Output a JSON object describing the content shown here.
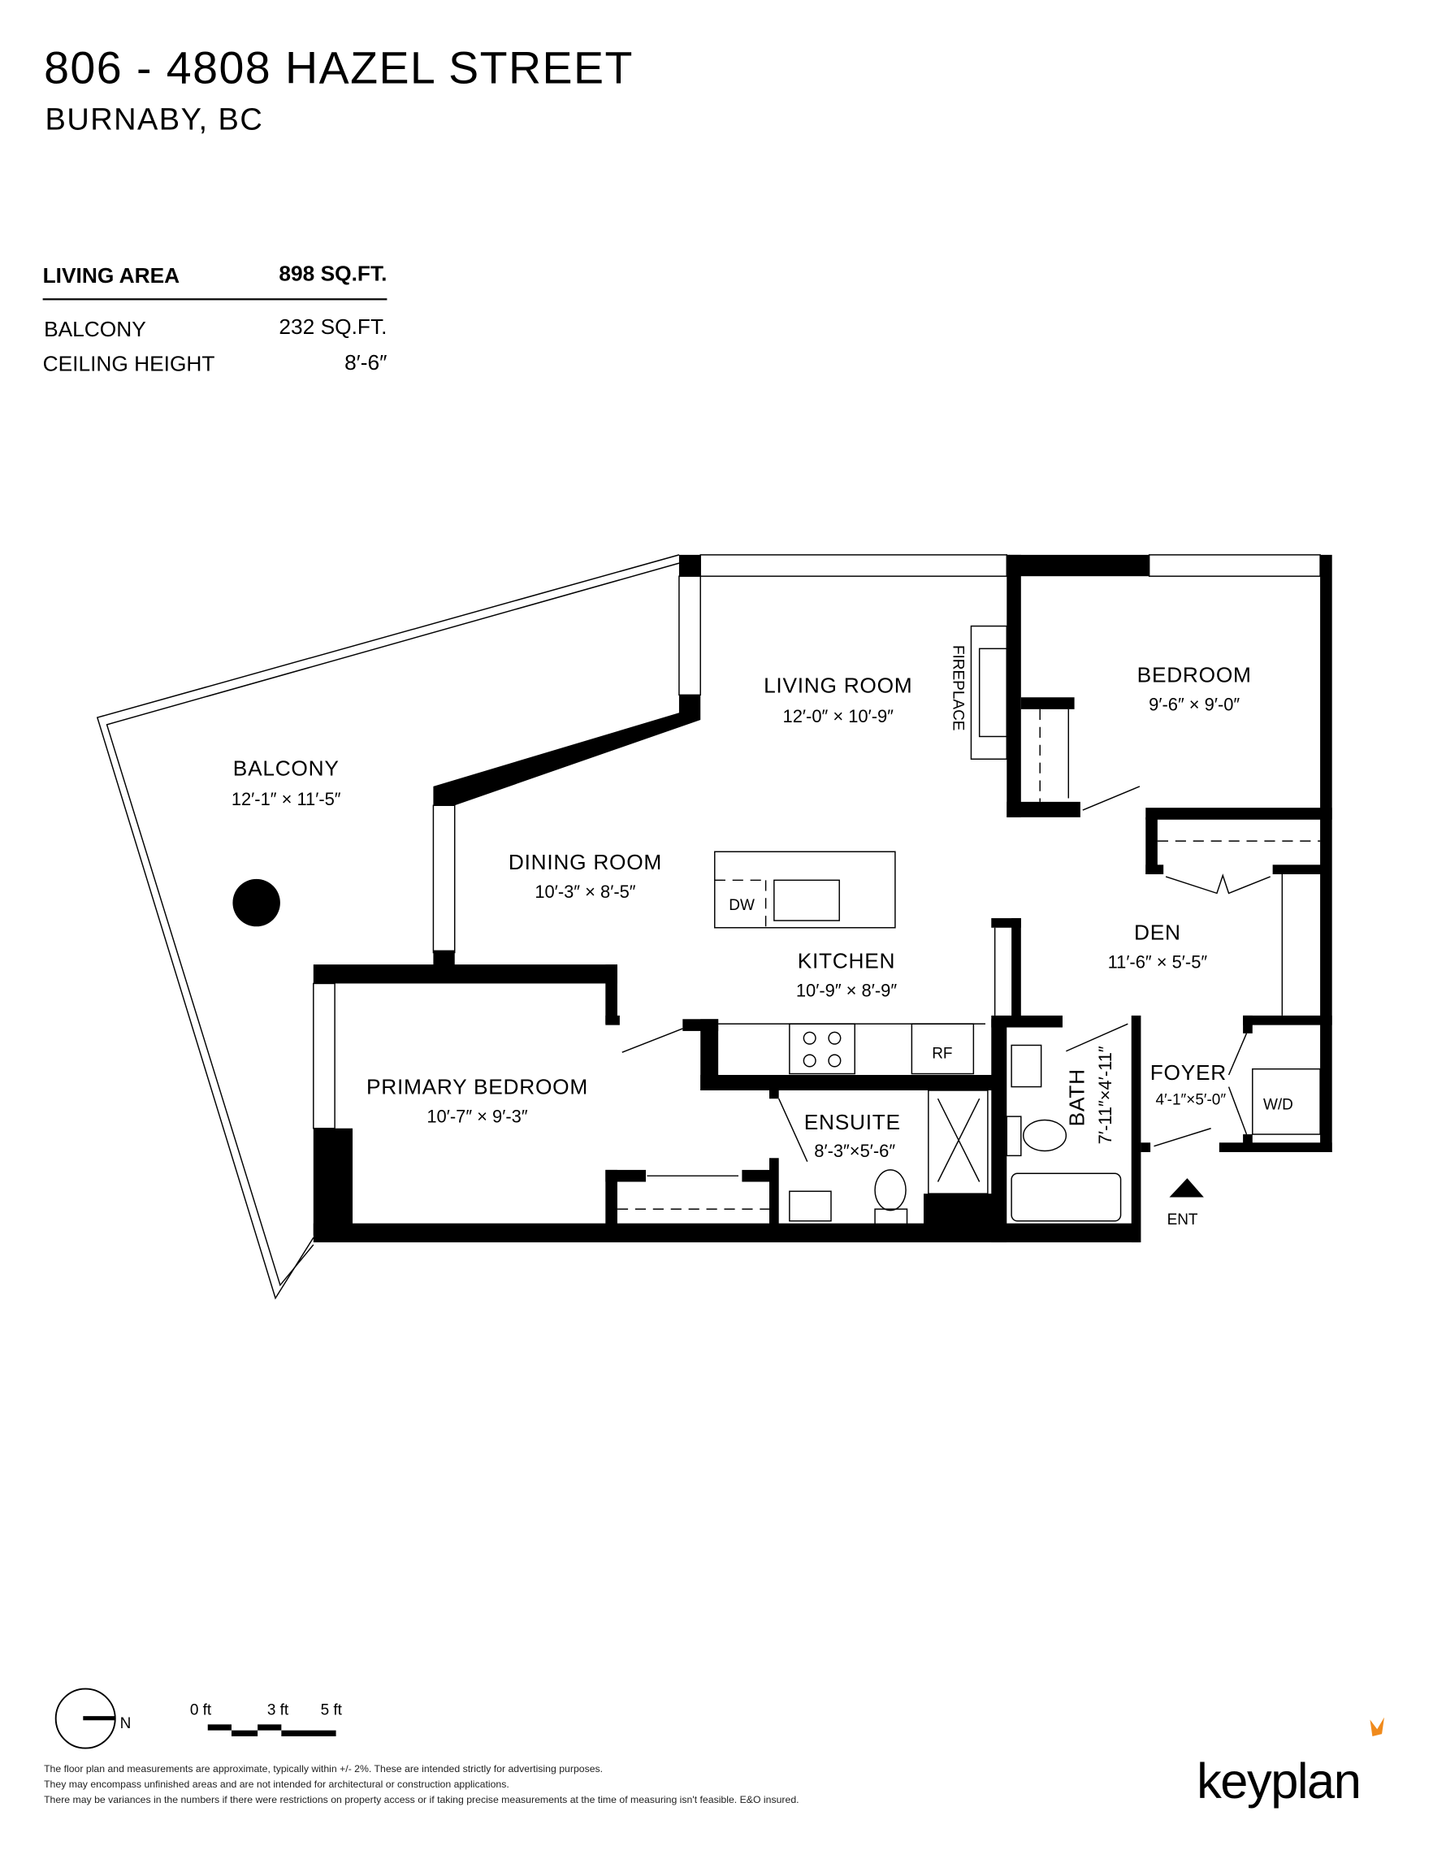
{
  "header": {
    "title": "806 - 4808 HAZEL STREET",
    "subtitle": "BURNABY, BC"
  },
  "stats": [
    {
      "label": "LIVING AREA",
      "value": "898 SQ.FT."
    },
    {
      "label": "BALCONY",
      "value": "232 SQ.FT."
    },
    {
      "label": "CEILING HEIGHT",
      "value": "8′-6″"
    }
  ],
  "rooms": {
    "balcony": {
      "name": "BALCONY",
      "dims": "12′-1″  ×  11′-5″"
    },
    "living": {
      "name": "LIVING ROOM",
      "dims": "12′-0″  ×  10′-9″"
    },
    "bedroom": {
      "name": "BEDROOM",
      "dims": "9′-6″  ×  9′-0″"
    },
    "dining": {
      "name": "DINING ROOM",
      "dims": "10′-3″  ×  8′-5″"
    },
    "kitchen": {
      "name": "KITCHEN",
      "dims": "10′-9″  ×  8′-9″"
    },
    "den": {
      "name": "DEN",
      "dims": "11′-6″  ×  5′-5″"
    },
    "primary": {
      "name": "PRIMARY BEDROOM",
      "dims": "10′-7″  ×  9′-3″"
    },
    "ensuite": {
      "name": "ENSUITE",
      "dims": "8′-3″×5′-6″"
    },
    "bath": {
      "name": "BATH",
      "dims": "7′-11″×4′-11″"
    },
    "foyer": {
      "name": "FOYER",
      "dims": "4′-1″×5′-0″"
    }
  },
  "fixtures": {
    "fireplace": "FIREPLACE",
    "dishwasher": "DW",
    "fridge": "RF",
    "washer_dryer": "W/D",
    "entry": "ENT"
  },
  "legend": {
    "north": "N",
    "scale": [
      "0 ft",
      "3 ft",
      "5 ft"
    ]
  },
  "disclaimer": [
    "The floor plan and measurements are approximate, typically within +/- 2%. These are intended strictly for advertising purposes.",
    "They may encompass unfinished areas and are not intended for architectural or construction applications.",
    "There may be variances in the numbers if there were restrictions on property access or if taking precise measurements at the time of measuring isn't feasible. E&O insured."
  ],
  "brand": {
    "logo_text": "keyplan",
    "accent": "#f08a1c"
  }
}
